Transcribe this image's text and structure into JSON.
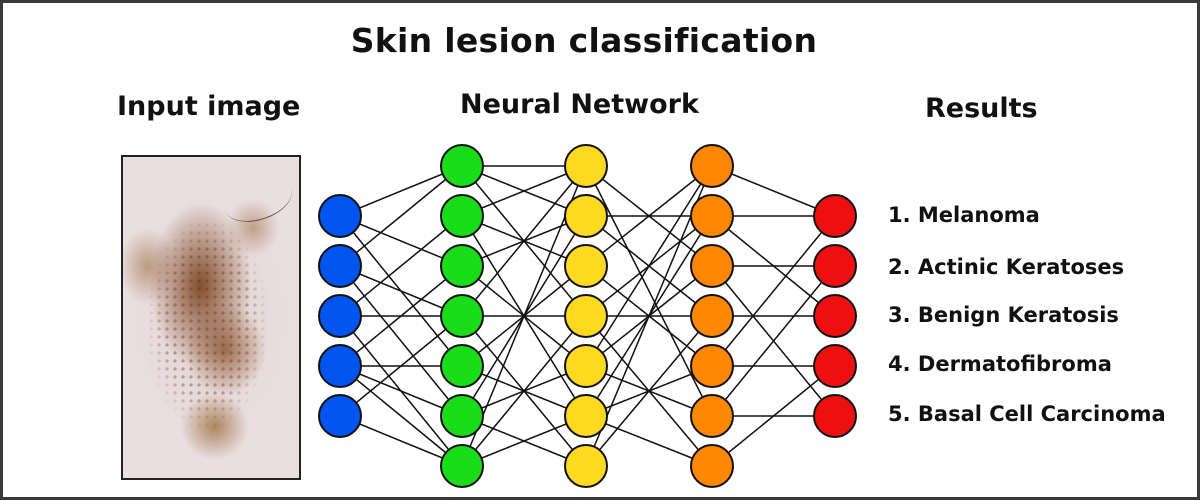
{
  "title": "Skin lesion classification",
  "headings": {
    "input": "Input image",
    "network": "Neural Network",
    "results": "Results"
  },
  "input_image": {
    "subject": "dermoscopic skin lesion photo"
  },
  "network": {
    "layers": [
      {
        "nodes": 5,
        "color": "#0055ee"
      },
      {
        "nodes": 7,
        "color": "#19dd19"
      },
      {
        "nodes": 7,
        "color": "#ffd820"
      },
      {
        "nodes": 7,
        "color": "#ff8800"
      },
      {
        "nodes": 5,
        "color": "#ee1010"
      }
    ]
  },
  "results": [
    "1. Melanoma",
    "2. Actinic Keratoses",
    "3. Benign Keratosis",
    "4. Dermatofibroma",
    "5. Basal Cell Carcinoma"
  ]
}
